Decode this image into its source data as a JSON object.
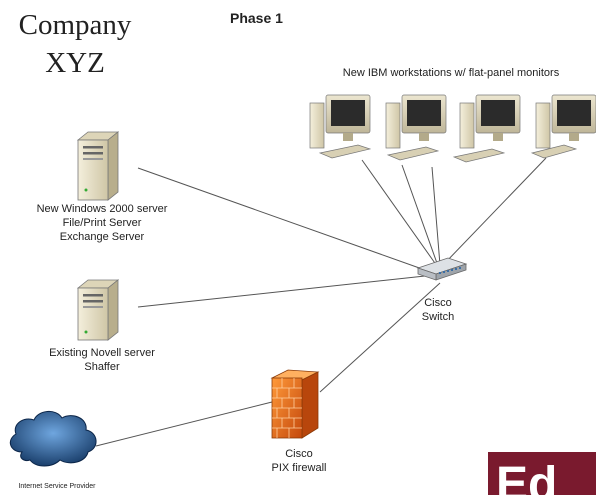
{
  "header": {
    "company_line1": "Company",
    "company_line2": "XYZ",
    "phase": "Phase 1"
  },
  "workstations": {
    "label": "New IBM workstations w/ flat-panel monitors",
    "count": 4
  },
  "windows_server": {
    "line1": "New Windows 2000 server",
    "line2": "File/Print Server",
    "line3": "Exchange Server"
  },
  "novell_server": {
    "line1": "Existing Novell server",
    "line2": "Shaffer"
  },
  "switch": {
    "line1": "Cisco",
    "line2": "Switch"
  },
  "firewall": {
    "line1": "Cisco",
    "line2": "PIX firewall"
  },
  "isp": {
    "label": "Internet Service Provider"
  },
  "logo": {
    "text": "Ed",
    "color": "#7a1a2e"
  },
  "colors": {
    "line": "#444444",
    "firewall": "#e8701a",
    "cloud": "#1f4f86",
    "server_body": "#e8e0c4",
    "switch_body": "#c9cdd2"
  }
}
